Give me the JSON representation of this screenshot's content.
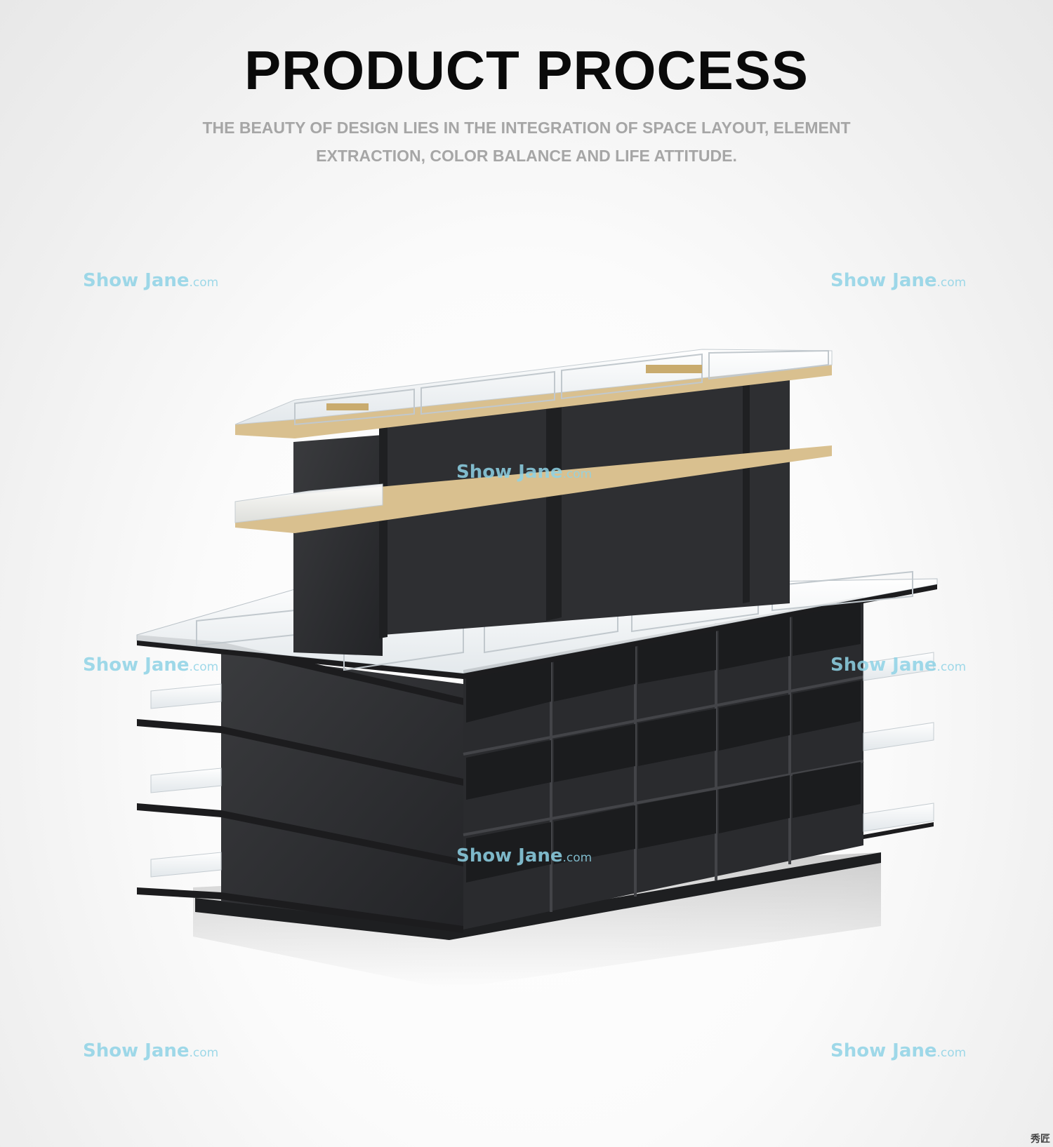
{
  "header": {
    "title": "PRODUCT PROCESS",
    "subtitle": "THE BEAUTY OF DESIGN LIES IN THE INTEGRATION OF SPACE LAYOUT, ELEMENT EXTRACTION, COLOR BALANCE AND LIFE ATTITUDE."
  },
  "watermark": {
    "brand": "Show Jane",
    "domain": ".com"
  },
  "corner_mark": "秀匠",
  "colors": {
    "shelf_dark": "#2c2d30",
    "wood_trim": "#d9c08f",
    "glass": "#e9eef1",
    "watermark": "#8fd3e6"
  }
}
